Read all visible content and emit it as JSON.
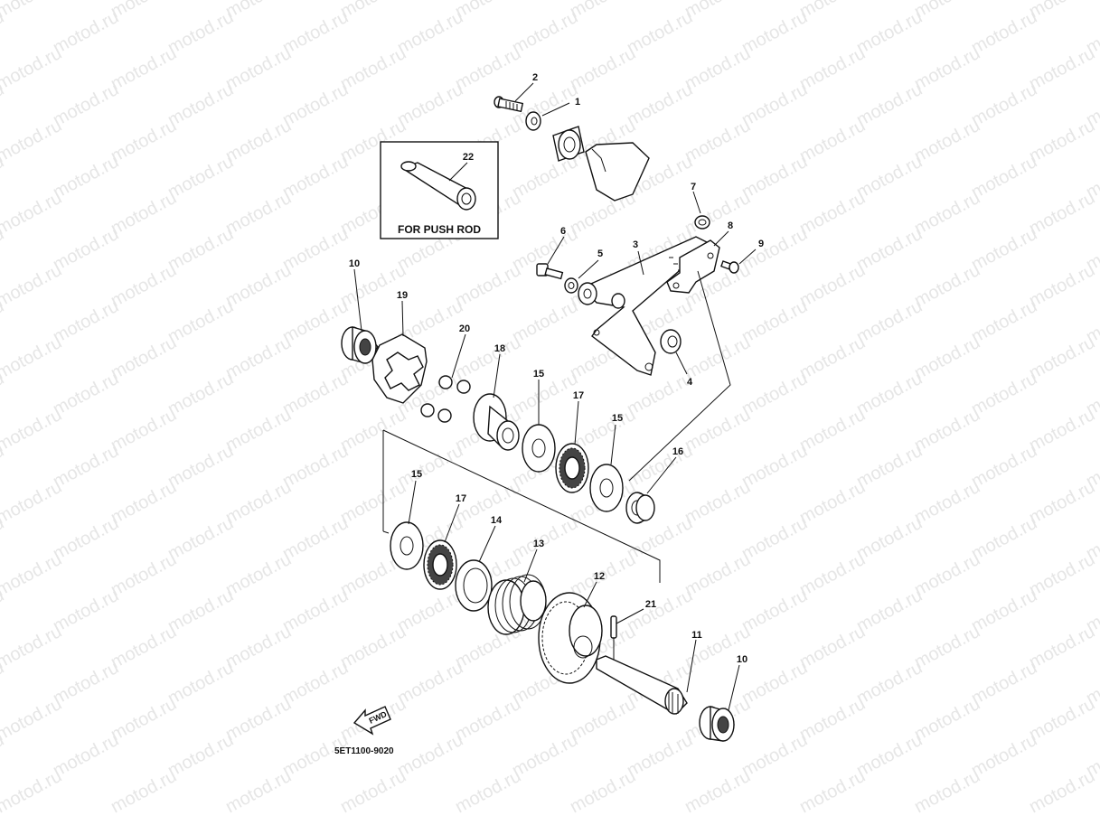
{
  "watermark": "motod.ru",
  "inset_box": {
    "label": "FOR PUSH ROD",
    "callout": "22"
  },
  "diagram_code": "5ET1100-9020",
  "fwd_label": "FWD",
  "callouts": [
    {
      "id": "c2",
      "text": "2"
    },
    {
      "id": "c1",
      "text": "1"
    },
    {
      "id": "c7",
      "text": "7"
    },
    {
      "id": "c8",
      "text": "8"
    },
    {
      "id": "c9",
      "text": "9"
    },
    {
      "id": "c6",
      "text": "6"
    },
    {
      "id": "c5",
      "text": "5"
    },
    {
      "id": "c3",
      "text": "3"
    },
    {
      "id": "c10a",
      "text": "10"
    },
    {
      "id": "c19",
      "text": "19"
    },
    {
      "id": "c20",
      "text": "20"
    },
    {
      "id": "c18",
      "text": "18"
    },
    {
      "id": "c15a",
      "text": "15"
    },
    {
      "id": "c17a",
      "text": "17"
    },
    {
      "id": "c15b",
      "text": "15"
    },
    {
      "id": "c4",
      "text": "4"
    },
    {
      "id": "c16",
      "text": "16"
    },
    {
      "id": "c15c",
      "text": "15"
    },
    {
      "id": "c17b",
      "text": "17"
    },
    {
      "id": "c14",
      "text": "14"
    },
    {
      "id": "c13",
      "text": "13"
    },
    {
      "id": "c12",
      "text": "12"
    },
    {
      "id": "c21",
      "text": "21"
    },
    {
      "id": "c11",
      "text": "11"
    },
    {
      "id": "c10b",
      "text": "10"
    }
  ]
}
